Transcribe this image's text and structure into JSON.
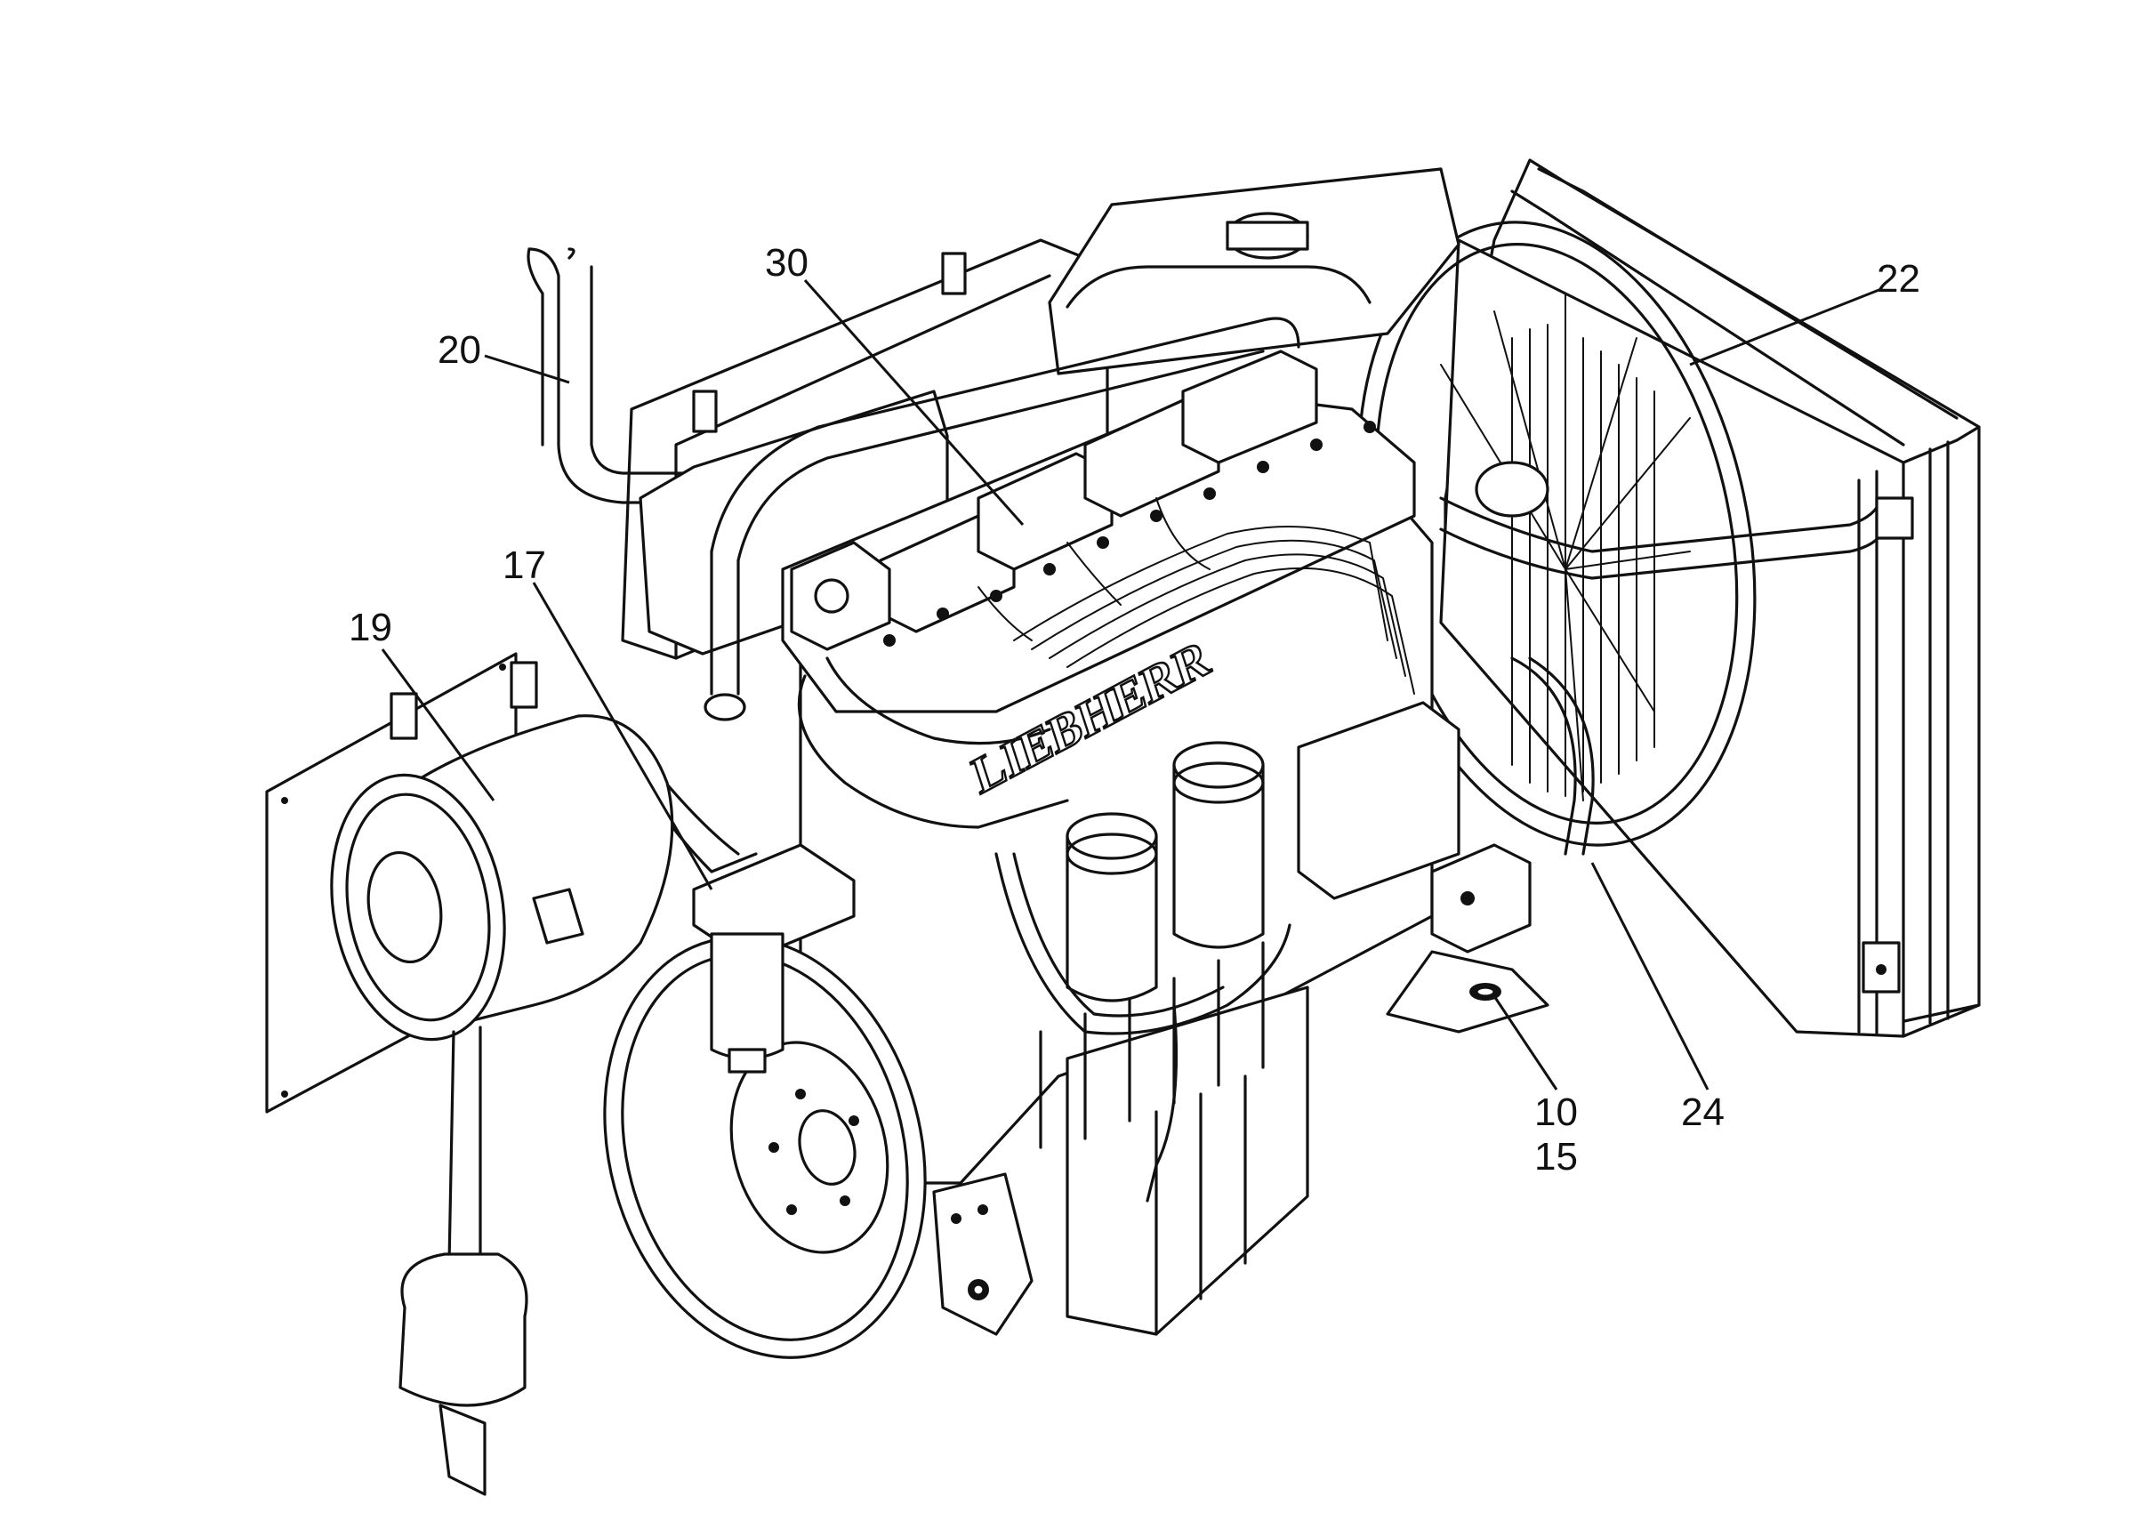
{
  "callouts": [
    {
      "id": "c20",
      "text": "20"
    },
    {
      "id": "c30",
      "text": "30"
    },
    {
      "id": "c22",
      "text": "22"
    },
    {
      "id": "c17",
      "text": "17"
    },
    {
      "id": "c19",
      "text": "19"
    },
    {
      "id": "c10",
      "text": "10"
    },
    {
      "id": "c15",
      "text": "15"
    },
    {
      "id": "c24",
      "text": "24"
    }
  ],
  "engine_lettering": "LIEBHERR"
}
